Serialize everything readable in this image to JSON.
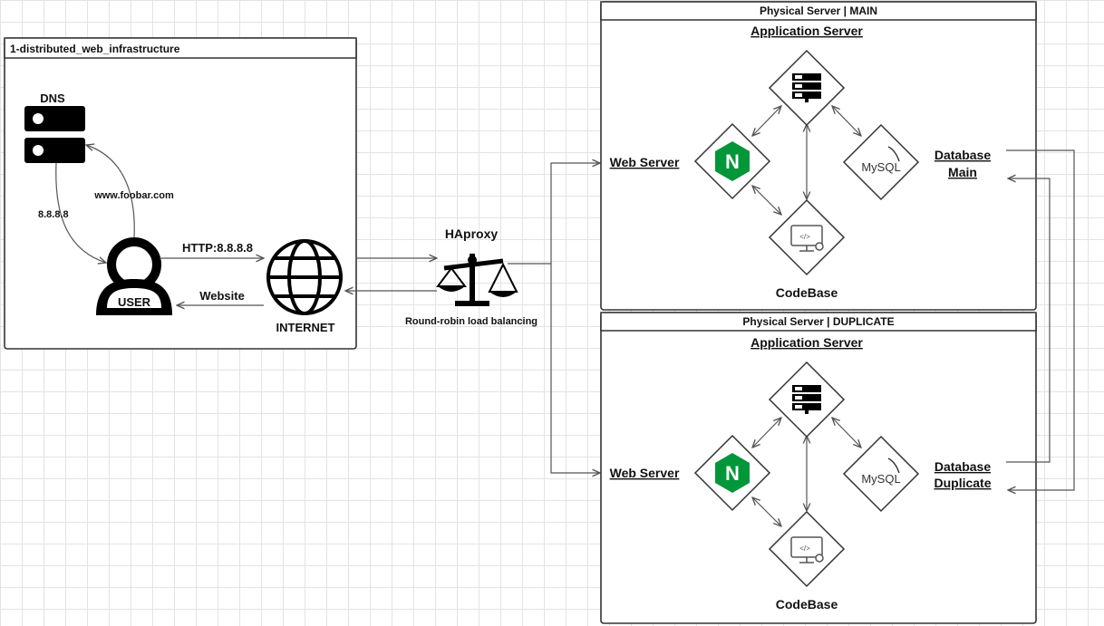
{
  "diagram_title": "1-distributed_web_infrastructure",
  "client": {
    "dns_label": "DNS",
    "user_label": "USER",
    "internet_label": "INTERNET",
    "domain_label": "www.foobar.com",
    "ip_label": "8.8.8.8",
    "request_label": "HTTP:8.8.8.8",
    "response_label": "Website"
  },
  "load_balancer": {
    "name": "HAproxy",
    "caption": "Round-robin load balancing"
  },
  "servers": [
    {
      "title": "Physical Server | MAIN",
      "app_server": "Application Server",
      "web_server": "Web Server",
      "codebase": "CodeBase",
      "database_line1": "Database",
      "database_line2": "Main"
    },
    {
      "title": "Physical Server | DUPLICATE",
      "app_server": "Application Server",
      "web_server": "Web Server",
      "codebase": "CodeBase",
      "database_line1": "Database",
      "database_line2": "Duplicate"
    }
  ],
  "icons": {
    "nginx_letter": "N",
    "mysql_text": "MySQL",
    "code_symbol": "</>"
  },
  "colors": {
    "nginx_green": "#009639",
    "line": "#555555",
    "border": "#333333"
  }
}
